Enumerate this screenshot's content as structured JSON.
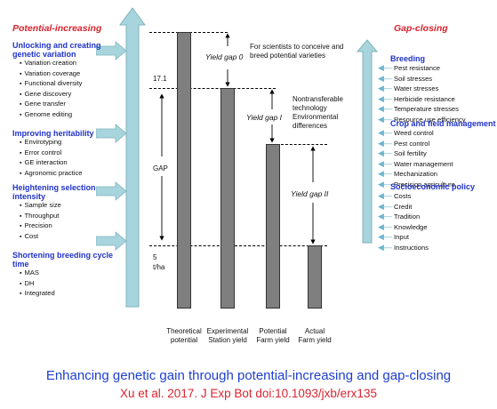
{
  "left": {
    "heading": "Potential-increasing",
    "groups": [
      {
        "title": "Unlocking and creating genetic variation",
        "items": [
          "Variation creation",
          "Variation coverage",
          "Functional diversity",
          "Gene discovery",
          "Gene transfer",
          "Genome editing"
        ]
      },
      {
        "title": "Improving heritability",
        "items": [
          "Envirotyping",
          "Error control",
          "GE interaction",
          "Agronomic practice"
        ]
      },
      {
        "title": "Heightening selection intensity",
        "items": [
          "Sample size",
          "Throughput",
          "Precision",
          "Cost"
        ]
      },
      {
        "title": "Shortening breeding cycle time",
        "items": [
          "MAS",
          "DH",
          "Integrated"
        ]
      }
    ]
  },
  "right": {
    "heading": "Gap-closing",
    "groups": [
      {
        "title": "Breeding",
        "items": [
          "Pest resistance",
          "Soil stresses",
          "Water stresses",
          "Herbicide resistance",
          "Temperature stresses",
          "Resource use efficiency"
        ]
      },
      {
        "title": "Crop and field management",
        "items": [
          "Weed control",
          "Pest control",
          "Soil fertility",
          "Water management",
          "Mechanization",
          "Precision agriculture"
        ]
      },
      {
        "title": "Socioeconomic policy",
        "items": [
          "Costs",
          "Credit",
          "Tradition",
          "Knowledge",
          "Input",
          "Instructions"
        ]
      }
    ]
  },
  "center": {
    "value_top": "17.1",
    "gap_label": "GAP",
    "value_bottom": "5",
    "unit": "t/ha",
    "yield_gap_0": "Yield gap 0",
    "yield_gap_1": "Yield gap I",
    "yield_gap_2": "Yield gap II",
    "note_0": "For scientists to conceive and breed potential varieties",
    "note_1": "Nontransferable technology Environmental differences",
    "bar_labels": [
      "Theoretical potential",
      "Experimental Station yield",
      "Potential Farm yield",
      "Actual Farm yield"
    ]
  },
  "caption": "Enhancing genetic gain through potential-increasing and gap-closing",
  "citation": "Xu et al. 2017. J Exp Bot doi:10.1093/jxb/erx135",
  "colors": {
    "arrow": "#a8d5dd",
    "bar": "#7f7f7f",
    "blue": "#1f3fcf",
    "red": "#d9232e"
  }
}
